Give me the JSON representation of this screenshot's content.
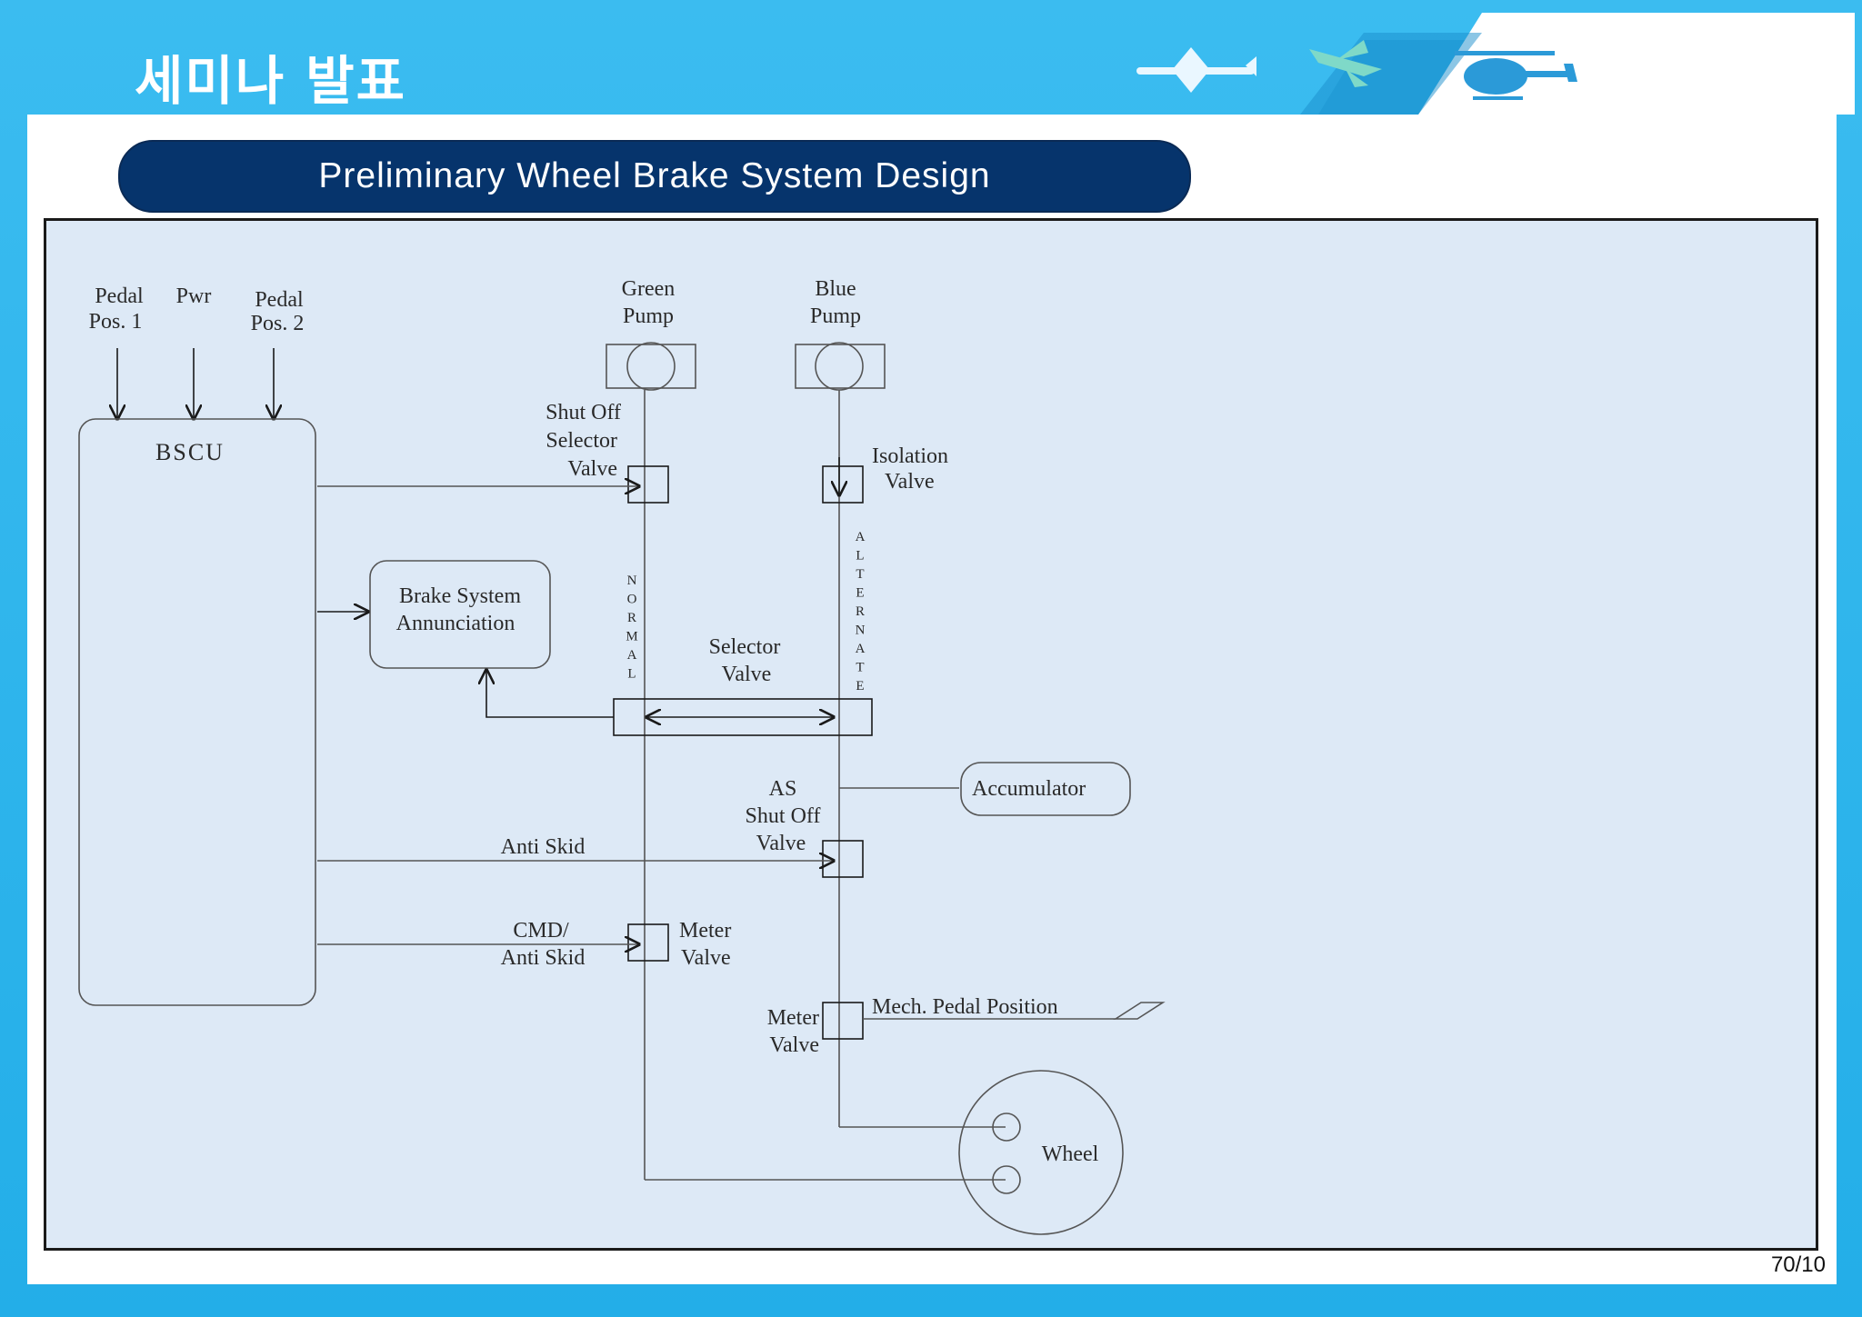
{
  "slide": {
    "title": "세미나 발표",
    "page_number": "70/10"
  },
  "section": {
    "banner": "Preliminary Wheel Brake System Design"
  },
  "diagram": {
    "inputs": {
      "pedal1_line1": "Pedal",
      "pedal1_line2": "Pos. 1",
      "pwr": "Pwr",
      "pedal2_line1": "Pedal",
      "pedal2_line2": "Pos. 2"
    },
    "bscu": "BSCU",
    "green_pump": {
      "line1": "Green",
      "line2": "Pump"
    },
    "blue_pump": {
      "line1": "Blue",
      "line2": "Pump"
    },
    "shutoff_selector": {
      "line1": "Shut Off",
      "line2": "Selector",
      "line3": "Valve"
    },
    "isolation_valve": {
      "line1": "Isolation",
      "line2": "Valve"
    },
    "annunciation": {
      "line1": "Brake System",
      "line2": "Annunciation"
    },
    "normal": "NORMAL",
    "alternate": "ALTERNATE",
    "selector_valve": {
      "line1": "Selector",
      "line2": "Valve"
    },
    "accumulator": "Accumulator",
    "as_shutoff": {
      "line1": "AS",
      "line2": "Shut Off",
      "line3": "Valve"
    },
    "anti_skid": "Anti Skid",
    "cmd_anti_skid": {
      "line1": "CMD/",
      "line2": "Anti Skid"
    },
    "meter_valve_1": {
      "line1": "Meter",
      "line2": "Valve"
    },
    "meter_valve_2": {
      "line1": "Meter",
      "line2": "Valve"
    },
    "mech_pedal": "Mech. Pedal Position",
    "wheel": "Wheel"
  },
  "colors": {
    "frame_blue": "#23aee8",
    "banner_navy": "#06346c",
    "diagram_bg": "#dde9f6",
    "line": "#3a3a3a"
  }
}
